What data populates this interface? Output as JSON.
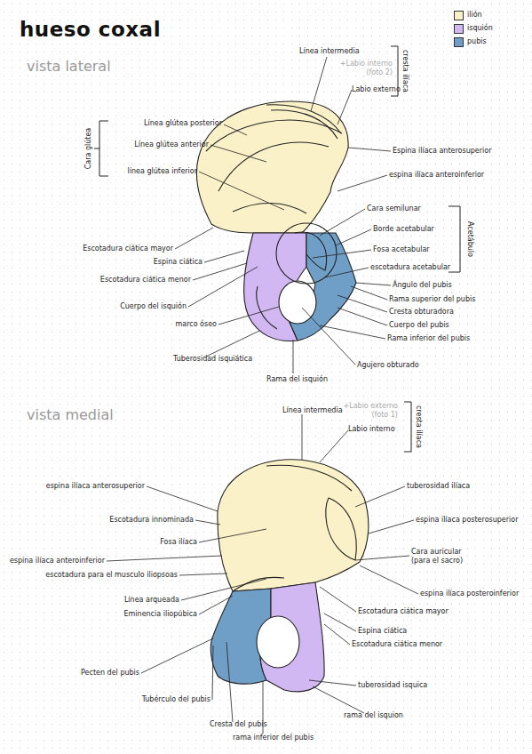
{
  "diagram": {
    "title": "hueso coxal",
    "labels": [
      "vista lateral",
      "Línea intermedia",
      "+Labio interno (foto 2)",
      "cresta ilíaca",
      "Labio externo",
      "Línea glútea posterior",
      "Línea glútea anterior",
      "línea glútea inferior",
      "Cara glútea",
      "Espina ilíaca anterosuperior",
      "espina ilíaca anteroinferior",
      "Cara semilunar",
      "Borde acetabular",
      "Fosa acetabular",
      "escotadura acetabular",
      "Acetábulo",
      "Escotadura ciática mayor",
      "Espina ciática",
      "Escotadura ciática menor",
      "Ángulo del pubis",
      "Rama superior del pubis",
      "Cresta obturadora",
      "Cuerpo del isquión",
      "marco óseo",
      "Cuerpo del pubis",
      "Rama inferior del pubis",
      "Agujero obturado",
      "Tuberosidad isquiática",
      "Rama del isquión",
      "vista medial",
      "Línea intermedia",
      "+Labio externo (foto 1)",
      "cresta ilíaca",
      "Labio interno",
      "espina ilíaca anterosuperior",
      "tuberosidad ilíaca",
      "Escotadura innominada",
      "espina ilíaca posterosuperior",
      "Fosa ilíaca",
      "Cara auricular (para el sacro)",
      "espina ilíaca anteroinferior",
      "escotadura para el musculo iliopsoas",
      "espina ilíaca posteroinferior",
      "Línea arqueada",
      "Escotadura ciática mayor",
      "Eminencia iliopúbica",
      "Espina ciática",
      "Escotadura ciática menor",
      "Pecten del pubis",
      "tuberosidad isquica",
      "Tubérculo del pubis",
      "Cresta del pubis",
      "rama del isquion",
      "rama inferior del pubis"
    ],
    "legend": [
      {
        "text": "ilión",
        "color": "#fbf1c8"
      },
      {
        "text": "isquión",
        "color": "#d2b8f2"
      },
      {
        "text": "pubis",
        "color": "#6f9fc6"
      }
    ]
  }
}
